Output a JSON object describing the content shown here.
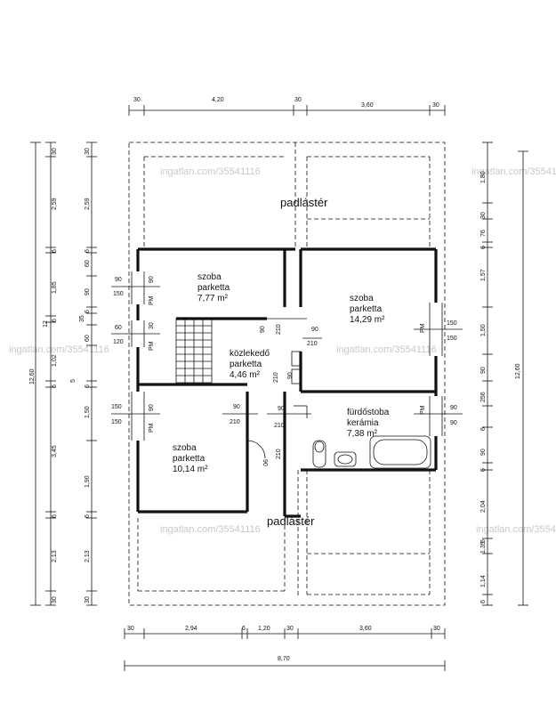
{
  "watermark": "ingatlan.com/35541116",
  "rooms": {
    "attic_top": {
      "name": "padlástér"
    },
    "attic_bottom": {
      "name": "padlástér"
    },
    "room1": {
      "name": "szoba",
      "floor": "parketta",
      "area": "7,77 m²"
    },
    "room2": {
      "name": "szoba",
      "floor": "parketta",
      "area": "14,29 m²"
    },
    "hall": {
      "name": "közlekedő",
      "floor": "parketta",
      "area": "4,46 m²"
    },
    "room3": {
      "name": "szoba",
      "floor": "parketta",
      "area": "10,14 m²"
    },
    "bath": {
      "name": "fürdőstoba",
      "floor": "kerámia",
      "area": "7,38 m²"
    }
  },
  "dimensions": {
    "top": [
      "30",
      "4,20",
      "30",
      "3,60",
      "30"
    ],
    "bottom": [
      "30",
      "2,94",
      "6",
      "1,20",
      "30",
      "3,60",
      "30"
    ],
    "total_width": "8,70",
    "left_outer": [
      "30",
      "2,59",
      "6",
      "1,85",
      "6",
      "12",
      "1,02",
      "6",
      "3,45",
      "6",
      "2,13",
      "30"
    ],
    "left_total": "12,60",
    "left_inner": [
      "30",
      "2,59",
      "6",
      "60",
      "90",
      "6",
      "35",
      "60",
      "5",
      "6",
      "1,50",
      "1,90",
      "6",
      "2,13",
      "30"
    ],
    "right_inner": [
      "1,80",
      "30",
      "76",
      "6",
      "1,57",
      "1,50",
      "90",
      "256",
      "6",
      "90",
      "6",
      "2,04",
      "6",
      "1,35",
      "1,14",
      "6"
    ],
    "right_total": "12,60"
  },
  "openings": {
    "w1": [
      "90",
      "150"
    ],
    "w1_pm": "PM",
    "w1_h": "90",
    "w2": [
      "60",
      "120"
    ],
    "w2_pm": "PM",
    "w2_h": "30",
    "w3": [
      "150",
      "150"
    ],
    "w3_pm": "PM",
    "w3_h": "90",
    "w4": [
      "150",
      "150"
    ],
    "w4_pm": "PM",
    "w5": [
      "90",
      "90"
    ],
    "w5_pm": "PM",
    "d1": [
      "90",
      "210"
    ],
    "d2": [
      "90",
      "210"
    ],
    "d3": [
      "90",
      "210"
    ],
    "d4": [
      "90",
      "210"
    ],
    "d5": [
      "90",
      "210"
    ]
  }
}
